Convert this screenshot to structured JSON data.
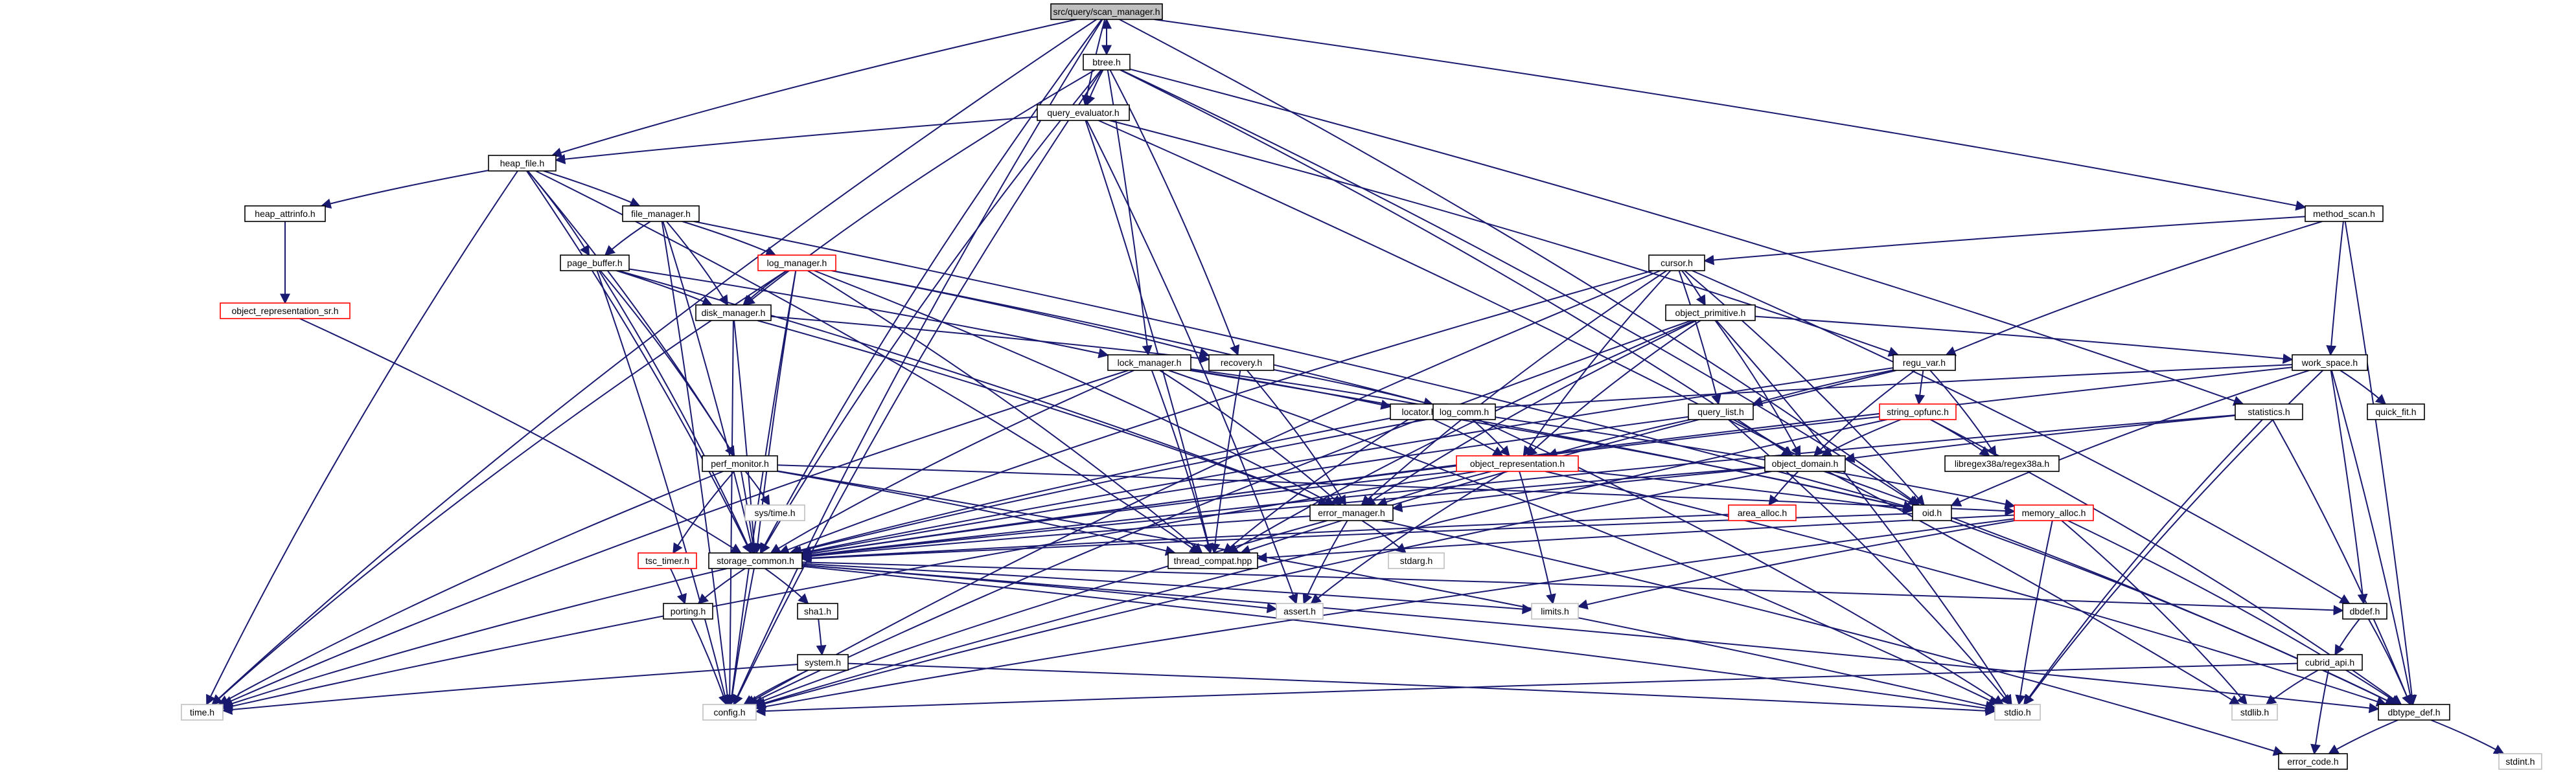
{
  "diagram": {
    "nodes": [
      {
        "id": "scan_manager",
        "label": "src/query/scan_manager.h",
        "style": "root"
      },
      {
        "id": "btree",
        "label": "btree.h"
      },
      {
        "id": "query_evaluator",
        "label": "query_evaluator.h"
      },
      {
        "id": "heap_file",
        "label": "heap_file.h"
      },
      {
        "id": "heap_attrinfo",
        "label": "heap_attrinfo.h"
      },
      {
        "id": "file_manager",
        "label": "file_manager.h"
      },
      {
        "id": "object_representation_sr",
        "label": "object_representation_sr.h",
        "style": "red"
      },
      {
        "id": "page_buffer",
        "label": "page_buffer.h"
      },
      {
        "id": "log_manager",
        "label": "log_manager.h",
        "style": "red"
      },
      {
        "id": "disk_manager",
        "label": "disk_manager.h"
      },
      {
        "id": "lock_manager",
        "label": "lock_manager.h"
      },
      {
        "id": "recovery",
        "label": "recovery.h"
      },
      {
        "id": "cursor",
        "label": "cursor.h"
      },
      {
        "id": "object_primitive",
        "label": "object_primitive.h"
      },
      {
        "id": "method_scan",
        "label": "method_scan.h"
      },
      {
        "id": "work_space",
        "label": "work_space.h"
      },
      {
        "id": "regu_var",
        "label": "regu_var.h"
      },
      {
        "id": "string_opfunc",
        "label": "string_opfunc.h",
        "style": "red"
      },
      {
        "id": "query_list",
        "label": "query_list.h"
      },
      {
        "id": "locator",
        "label": "locator.h"
      },
      {
        "id": "log_comm",
        "label": "log_comm.h"
      },
      {
        "id": "statistics",
        "label": "statistics.h"
      },
      {
        "id": "quick_fit",
        "label": "quick_fit.h"
      },
      {
        "id": "regex38a",
        "label": "libregex38a/regex38a.h"
      },
      {
        "id": "object_domain",
        "label": "object_domain.h"
      },
      {
        "id": "object_representation",
        "label": "object_representation.h",
        "style": "red"
      },
      {
        "id": "perf_monitor",
        "label": "perf_monitor.h"
      },
      {
        "id": "sys_time",
        "label": "sys/time.h",
        "style": "light"
      },
      {
        "id": "area_alloc",
        "label": "area_alloc.h",
        "style": "red"
      },
      {
        "id": "oid",
        "label": "oid.h"
      },
      {
        "id": "memory_alloc",
        "label": "memory_alloc.h",
        "style": "red"
      },
      {
        "id": "error_manager",
        "label": "error_manager.h"
      },
      {
        "id": "thread_compat",
        "label": "thread_compat.hpp"
      },
      {
        "id": "tsc_timer",
        "label": "tsc_timer.h",
        "style": "red"
      },
      {
        "id": "storage_common",
        "label": "storage_common.h"
      },
      {
        "id": "stdarg",
        "label": "stdarg.h",
        "style": "light"
      },
      {
        "id": "porting",
        "label": "porting.h"
      },
      {
        "id": "sha1",
        "label": "sha1.h"
      },
      {
        "id": "assert",
        "label": "assert.h",
        "style": "light"
      },
      {
        "id": "limits",
        "label": "limits.h",
        "style": "light"
      },
      {
        "id": "dbdef",
        "label": "dbdef.h"
      },
      {
        "id": "system",
        "label": "system.h"
      },
      {
        "id": "cubrid_api",
        "label": "cubrid_api.h"
      },
      {
        "id": "time",
        "label": "time.h",
        "style": "light"
      },
      {
        "id": "config",
        "label": "config.h",
        "style": "light"
      },
      {
        "id": "stdio",
        "label": "stdio.h",
        "style": "light"
      },
      {
        "id": "stdlib",
        "label": "stdlib.h",
        "style": "light"
      },
      {
        "id": "dbtype_def",
        "label": "dbtype_def.h"
      },
      {
        "id": "stdint",
        "label": "stdint.h",
        "style": "light"
      },
      {
        "id": "error_code",
        "label": "error_code.h"
      }
    ],
    "edges": [
      [
        "scan_manager",
        "btree"
      ],
      [
        "scan_manager",
        "query_evaluator"
      ],
      [
        "scan_manager",
        "heap_file"
      ],
      [
        "scan_manager",
        "method_scan"
      ],
      [
        "scan_manager",
        "oid"
      ],
      [
        "scan_manager",
        "storage_common"
      ],
      [
        "scan_manager",
        "config"
      ],
      [
        "scan_manager",
        "time"
      ],
      [
        "btree",
        "scan_manager"
      ],
      [
        "btree",
        "query_evaluator"
      ],
      [
        "btree",
        "lock_manager"
      ],
      [
        "btree",
        "recovery"
      ],
      [
        "btree",
        "disk_manager"
      ],
      [
        "btree",
        "object_domain"
      ],
      [
        "btree",
        "statistics"
      ],
      [
        "btree",
        "storage_common"
      ],
      [
        "btree",
        "config"
      ],
      [
        "btree",
        "oid"
      ],
      [
        "query_evaluator",
        "heap_file"
      ],
      [
        "query_evaluator",
        "regu_var"
      ],
      [
        "query_evaluator",
        "thread_compat"
      ],
      [
        "query_evaluator",
        "assert"
      ],
      [
        "query_evaluator",
        "stdlib"
      ],
      [
        "heap_file",
        "heap_attrinfo"
      ],
      [
        "heap_file",
        "file_manager"
      ],
      [
        "heap_file",
        "page_buffer"
      ],
      [
        "heap_file",
        "perf_monitor"
      ],
      [
        "heap_file",
        "storage_common"
      ],
      [
        "heap_file",
        "thread_compat"
      ],
      [
        "heap_file",
        "time"
      ],
      [
        "heap_attrinfo",
        "object_representation_sr"
      ],
      [
        "object_representation_sr",
        "storage_common"
      ],
      [
        "file_manager",
        "page_buffer"
      ],
      [
        "file_manager",
        "log_manager"
      ],
      [
        "file_manager",
        "disk_manager"
      ],
      [
        "file_manager",
        "oid"
      ],
      [
        "file_manager",
        "storage_common"
      ],
      [
        "file_manager",
        "config"
      ],
      [
        "page_buffer",
        "disk_manager"
      ],
      [
        "page_buffer",
        "lock_manager"
      ],
      [
        "page_buffer",
        "perf_monitor"
      ],
      [
        "page_buffer",
        "storage_common"
      ],
      [
        "page_buffer",
        "error_manager"
      ],
      [
        "page_buffer",
        "config"
      ],
      [
        "log_manager",
        "disk_manager"
      ],
      [
        "log_manager",
        "recovery"
      ],
      [
        "log_manager",
        "log_comm"
      ],
      [
        "log_manager",
        "thread_compat"
      ],
      [
        "log_manager",
        "error_manager"
      ],
      [
        "log_manager",
        "storage_common"
      ],
      [
        "log_manager",
        "config"
      ],
      [
        "log_manager",
        "time"
      ],
      [
        "disk_manager",
        "recovery"
      ],
      [
        "disk_manager",
        "error_manager"
      ],
      [
        "disk_manager",
        "storage_common"
      ],
      [
        "disk_manager",
        "config"
      ],
      [
        "lock_manager",
        "locator"
      ],
      [
        "lock_manager",
        "log_comm"
      ],
      [
        "lock_manager",
        "oid"
      ],
      [
        "lock_manager",
        "error_manager"
      ],
      [
        "lock_manager",
        "thread_compat"
      ],
      [
        "lock_manager",
        "storage_common"
      ],
      [
        "lock_manager",
        "time"
      ],
      [
        "lock_manager",
        "stdio"
      ],
      [
        "recovery",
        "log_comm"
      ],
      [
        "recovery",
        "error_manager"
      ],
      [
        "recovery",
        "thread_compat"
      ],
      [
        "cursor",
        "object_primitive"
      ],
      [
        "cursor",
        "query_list"
      ],
      [
        "cursor",
        "object_representation"
      ],
      [
        "cursor",
        "error_manager"
      ],
      [
        "cursor",
        "storage_common"
      ],
      [
        "cursor",
        "oid"
      ],
      [
        "cursor",
        "dbdef"
      ],
      [
        "cursor",
        "config"
      ],
      [
        "object_primitive",
        "work_space"
      ],
      [
        "object_primitive",
        "object_domain"
      ],
      [
        "object_primitive",
        "object_representation"
      ],
      [
        "object_primitive",
        "error_manager"
      ],
      [
        "object_primitive",
        "thread_compat"
      ],
      [
        "object_primitive",
        "stdio"
      ],
      [
        "object_primitive",
        "config"
      ],
      [
        "method_scan",
        "cursor"
      ],
      [
        "method_scan",
        "regu_var"
      ],
      [
        "method_scan",
        "work_space"
      ],
      [
        "method_scan",
        "dbtype_def"
      ],
      [
        "work_space",
        "locator"
      ],
      [
        "work_space",
        "quick_fit"
      ],
      [
        "work_space",
        "oid"
      ],
      [
        "work_space",
        "dbdef"
      ],
      [
        "work_space",
        "dbtype_def"
      ],
      [
        "work_space",
        "storage_common"
      ],
      [
        "work_space",
        "stdio"
      ],
      [
        "regu_var",
        "query_list"
      ],
      [
        "regu_var",
        "string_opfunc"
      ],
      [
        "regu_var",
        "object_domain"
      ],
      [
        "regu_var",
        "regex38a"
      ],
      [
        "regu_var",
        "storage_common"
      ],
      [
        "regu_var",
        "thread_compat"
      ],
      [
        "string_opfunc",
        "regex38a"
      ],
      [
        "string_opfunc",
        "object_domain"
      ],
      [
        "string_opfunc",
        "dbtype_def"
      ],
      [
        "string_opfunc",
        "config"
      ],
      [
        "string_opfunc",
        "storage_common"
      ],
      [
        "query_list",
        "object_domain"
      ],
      [
        "query_list",
        "object_representation"
      ],
      [
        "query_list",
        "storage_common"
      ],
      [
        "query_list",
        "stdio"
      ],
      [
        "locator",
        "object_representation"
      ],
      [
        "locator",
        "storage_common"
      ],
      [
        "locator",
        "oid"
      ],
      [
        "locator",
        "thread_compat"
      ],
      [
        "log_comm",
        "object_representation"
      ],
      [
        "log_comm",
        "memory_alloc"
      ],
      [
        "log_comm",
        "storage_common"
      ],
      [
        "log_comm",
        "stdio"
      ],
      [
        "statistics",
        "object_domain"
      ],
      [
        "statistics",
        "dbtype_def"
      ],
      [
        "statistics",
        "storage_common"
      ],
      [
        "statistics",
        "stdio"
      ],
      [
        "object_domain",
        "area_alloc"
      ],
      [
        "object_domain",
        "error_manager"
      ],
      [
        "object_domain",
        "dbtype_def"
      ],
      [
        "object_domain",
        "config"
      ],
      [
        "object_domain",
        "storage_common"
      ],
      [
        "object_representation",
        "error_manager"
      ],
      [
        "object_representation",
        "oid"
      ],
      [
        "object_representation",
        "storage_common"
      ],
      [
        "object_representation",
        "assert"
      ],
      [
        "object_representation",
        "limits"
      ],
      [
        "object_representation",
        "time"
      ],
      [
        "object_representation",
        "dbtype_def"
      ],
      [
        "perf_monitor",
        "tsc_timer"
      ],
      [
        "perf_monitor",
        "sys_time"
      ],
      [
        "perf_monitor",
        "thread_compat"
      ],
      [
        "perf_monitor",
        "storage_common"
      ],
      [
        "perf_monitor",
        "memory_alloc"
      ],
      [
        "perf_monitor",
        "time"
      ],
      [
        "perf_monitor",
        "stdio"
      ],
      [
        "area_alloc",
        "storage_common"
      ],
      [
        "oid",
        "storage_common"
      ],
      [
        "oid",
        "dbtype_def"
      ],
      [
        "memory_alloc",
        "thread_compat"
      ],
      [
        "memory_alloc",
        "dbtype_def"
      ],
      [
        "memory_alloc",
        "stdio"
      ],
      [
        "memory_alloc",
        "stdlib"
      ],
      [
        "memory_alloc",
        "config"
      ],
      [
        "memory_alloc",
        "limits"
      ],
      [
        "error_manager",
        "stdarg"
      ],
      [
        "error_manager",
        "assert"
      ],
      [
        "error_manager",
        "error_code"
      ],
      [
        "error_manager",
        "config"
      ],
      [
        "error_manager",
        "storage_common"
      ],
      [
        "tsc_timer",
        "porting"
      ],
      [
        "storage_common",
        "porting"
      ],
      [
        "storage_common",
        "sha1"
      ],
      [
        "storage_common",
        "dbdef"
      ],
      [
        "storage_common",
        "config"
      ],
      [
        "storage_common",
        "assert"
      ],
      [
        "storage_common",
        "limits"
      ],
      [
        "storage_common",
        "time"
      ],
      [
        "storage_common",
        "stdio"
      ],
      [
        "storage_common",
        "dbtype_def"
      ],
      [
        "porting",
        "config"
      ],
      [
        "sha1",
        "system"
      ],
      [
        "system",
        "time"
      ],
      [
        "system",
        "config"
      ],
      [
        "system",
        "stdio"
      ],
      [
        "dbdef",
        "cubrid_api"
      ],
      [
        "dbdef",
        "dbtype_def"
      ],
      [
        "cubrid_api",
        "error_code"
      ],
      [
        "cubrid_api",
        "stdlib"
      ],
      [
        "cubrid_api",
        "config"
      ],
      [
        "dbtype_def",
        "error_code"
      ],
      [
        "dbtype_def",
        "stdint"
      ]
    ]
  }
}
